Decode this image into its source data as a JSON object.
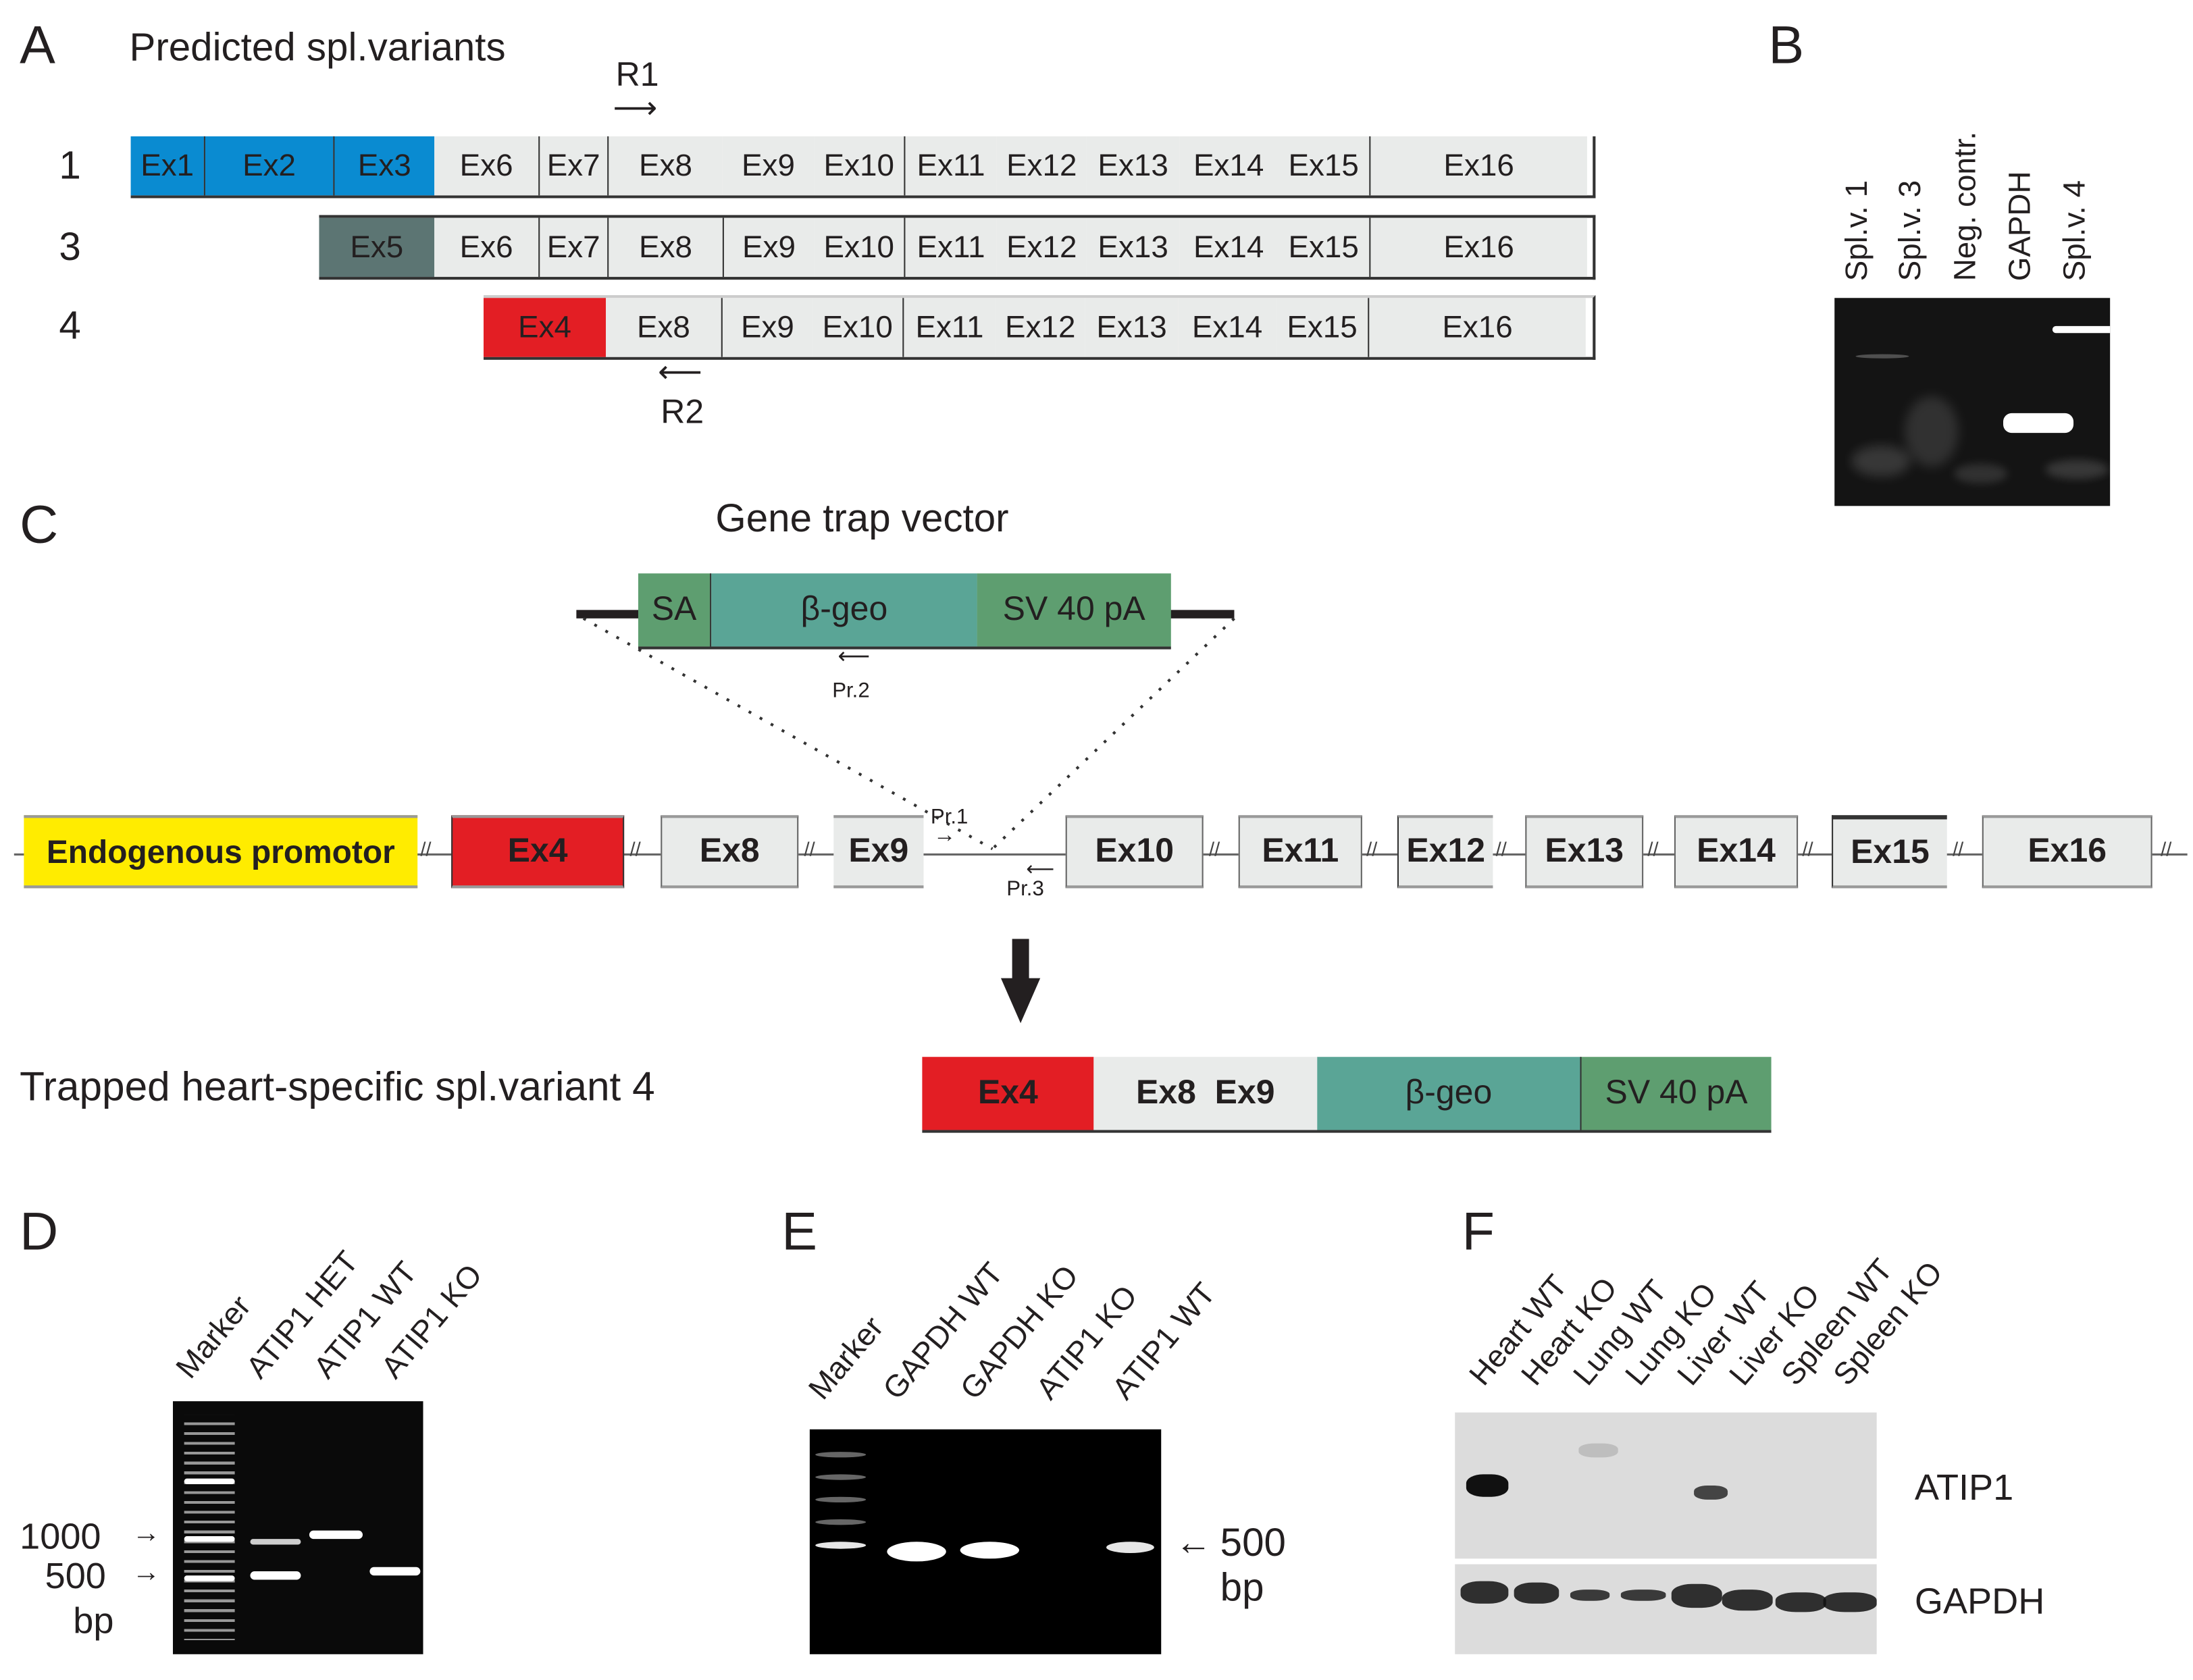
{
  "panelA": {
    "letter": "A",
    "title": "Predicted spl.variants",
    "primer_r1": "R1",
    "primer_r2": "R2",
    "rows": [
      {
        "label": "1",
        "exons": [
          "Ex1",
          "Ex2",
          "Ex3",
          "Ex6",
          "Ex7",
          "Ex8",
          "Ex9",
          "Ex10",
          "Ex11",
          "Ex12",
          "Ex13",
          "Ex14",
          "Ex15",
          "Ex16"
        ]
      },
      {
        "label": "3",
        "exons": [
          "Ex5",
          "Ex6",
          "Ex7",
          "Ex8",
          "Ex9",
          "Ex10",
          "Ex11",
          "Ex12",
          "Ex13",
          "Ex14",
          "Ex15",
          "Ex16"
        ]
      },
      {
        "label": "4",
        "exons": [
          "Ex4",
          "Ex8",
          "Ex9",
          "Ex10",
          "Ex11",
          "Ex12",
          "Ex13",
          "Ex14",
          "Ex15",
          "Ex16"
        ]
      }
    ],
    "colors": {
      "ex1_3": "#0a8bd1",
      "ex5": "#5c7573",
      "ex4": "#e31e24",
      "other": "#e9ebea"
    }
  },
  "panelB": {
    "letter": "B",
    "lanes": [
      "Spl.v. 1",
      "Spl.v. 3",
      "Neg. contr.",
      "GAPDH",
      "Spl.v. 4"
    ]
  },
  "panelC": {
    "letter": "C",
    "vector_title": "Gene trap vector",
    "vector": [
      "SA",
      "β-geo",
      "SV 40 pA"
    ],
    "primers": {
      "pr1": "Pr.1",
      "pr2": "Pr.2",
      "pr3": "Pr.3"
    },
    "locus": [
      "Endogenous promotor",
      "Ex4",
      "Ex8",
      "Ex9",
      "Ex10",
      "Ex11",
      "Ex12",
      "Ex13",
      "Ex14",
      "Ex15",
      "Ex16"
    ],
    "trapped_label": "Trapped heart-specific spl.variant 4",
    "trapped": [
      "Ex4",
      "Ex8  Ex9",
      "β-geo",
      "SV 40 pA"
    ],
    "colors": {
      "promotor": "#ffec00",
      "ex4": "#e31e24",
      "beta_geo": "#5aa596",
      "sa_sv40": "#5e9e70"
    }
  },
  "panelD": {
    "letter": "D",
    "lanes": [
      "Marker",
      "ATIP1 HET",
      "ATIP1 WT",
      "ATIP1 KO"
    ],
    "markers": [
      "1000",
      "500"
    ],
    "unit": "bp"
  },
  "panelE": {
    "letter": "E",
    "lanes": [
      "Marker",
      "GAPDH WT",
      "GAPDH KO",
      "ATIP1 KO",
      "ATIP1 WT"
    ],
    "marker": "500",
    "unit": "bp"
  },
  "panelF": {
    "letter": "F",
    "lanes": [
      "Heart WT",
      "Heart KO",
      "Lung WT",
      "Lung KO",
      "Liver WT",
      "Liver KO",
      "Spleen WT",
      "Spleen KO"
    ],
    "blots": [
      "ATIP1",
      "GAPDH"
    ]
  }
}
